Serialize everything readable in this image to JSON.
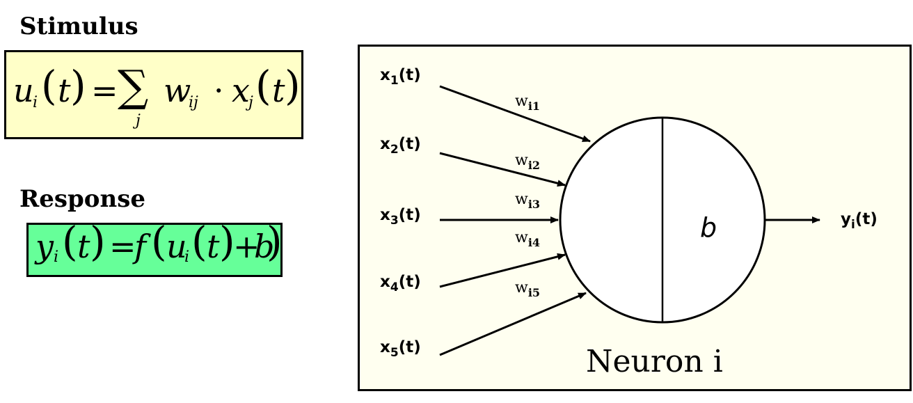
{
  "headings": {
    "stimulus": "Stimulus",
    "response": "Response"
  },
  "formula_stimulus": {
    "lhs_var": "u",
    "lhs_sub": "i",
    "lhs_arg": "t",
    "equals": "=",
    "sum": "∑",
    "sum_index": "j",
    "weight_var": "w",
    "weight_sub": "ij",
    "dot": "·",
    "input_var": "x",
    "input_sub": "j",
    "input_arg": "t"
  },
  "formula_response": {
    "lhs_var": "y",
    "lhs_sub": "i",
    "lhs_arg": "t",
    "equals": "=",
    "func": "f",
    "inner_var": "u",
    "inner_sub": "i",
    "inner_arg": "t",
    "plus": "+",
    "bias": "b"
  },
  "inputs": [
    {
      "name": "x",
      "index": "1",
      "arg": "(t)"
    },
    {
      "name": "x",
      "index": "2",
      "arg": "(t)"
    },
    {
      "name": "x",
      "index": "3",
      "arg": "(t)"
    },
    {
      "name": "x",
      "index": "4",
      "arg": "(t)"
    },
    {
      "name": "x",
      "index": "5",
      "arg": "(t)"
    }
  ],
  "weights": [
    {
      "name": "w",
      "index": "i1"
    },
    {
      "name": "w",
      "index": "i2"
    },
    {
      "name": "w",
      "index": "i3"
    },
    {
      "name": "w",
      "index": "i4"
    },
    {
      "name": "w",
      "index": "i5"
    }
  ],
  "neuron": {
    "bias_label": "b",
    "caption": "Neuron i"
  },
  "output": {
    "name": "y",
    "index": "i",
    "arg": "(t)"
  }
}
